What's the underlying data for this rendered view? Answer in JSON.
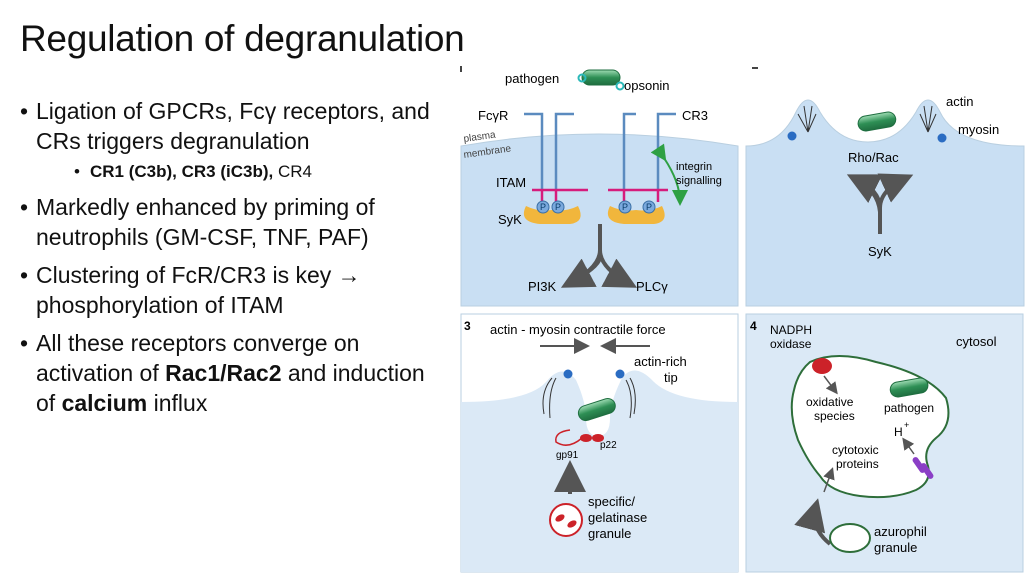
{
  "slide": {
    "title": "Regulation of degranulation",
    "bullets": {
      "b1": "Ligation of GPCRs, Fcγ receptors, and CRs triggers degranulation",
      "b1_sub_bold": "CR1 (C3b), CR3 (iC3b),",
      "b1_sub_rest": " CR4",
      "b2": "Markedly enhanced by priming of neutrophils (GM-CSF, TNF, PAF)",
      "b3_pre": "Clustering of FcR/CR3 is key ",
      "b3_arrow": "→",
      "b3_post": " phosphorylation of ITAM",
      "b4_pre": "All these receptors converge on activation of ",
      "b4_rac": "Rac1/Rac2",
      "b4_mid": " and induction of ",
      "b4_calcium": "calcium",
      "b4_post": " influx"
    }
  },
  "figure": {
    "panel1": {
      "pathogen": "pathogen",
      "opsonin": "opsonin",
      "fcgr": "FcγR",
      "cr3": "CR3",
      "plasma1": "plasma",
      "plasma2": "membrane",
      "itam": "ITAM",
      "syk": "SyK",
      "p": "P",
      "integrin1": "integrin",
      "integrin2": "signalling",
      "pi3k": "PI3K",
      "plcg": "PLCγ"
    },
    "panel2": {
      "actin": "actin",
      "myosin": "myosin",
      "rho": "Rho/Rac",
      "syk": "SyK"
    },
    "panel3": {
      "number": "3",
      "force": "actin - myosin contractile force",
      "tip1": "actin-rich",
      "tip2": "tip",
      "gp91": "gp91",
      "p22": "p22",
      "gran1": "specific/",
      "gran2": "gelatinase",
      "gran3": "granule"
    },
    "panel4": {
      "number": "4",
      "nadph1": "NADPH",
      "nadph2": "oxidase",
      "cytosol": "cytosol",
      "ox1": "oxidative",
      "ox2": "species",
      "pathogen": "pathogen",
      "hplus": "H",
      "plus": "+",
      "cyto1": "cytotoxic",
      "cyto2": "proteins",
      "azu1": "azurophil",
      "azu2": "granule"
    }
  },
  "colors": {
    "panel_bg": "#dbe9f6",
    "panel_border": "#b9cfe0",
    "cell": "#c9dff3",
    "receptor": "#5b8bbf",
    "itam": "#d61c7c",
    "syk": "#f1b63c",
    "pathogen": "#2e8f55",
    "granule_red": "#cc2229",
    "arrow": "#555555",
    "integrin_arrow": "#2ea043"
  }
}
